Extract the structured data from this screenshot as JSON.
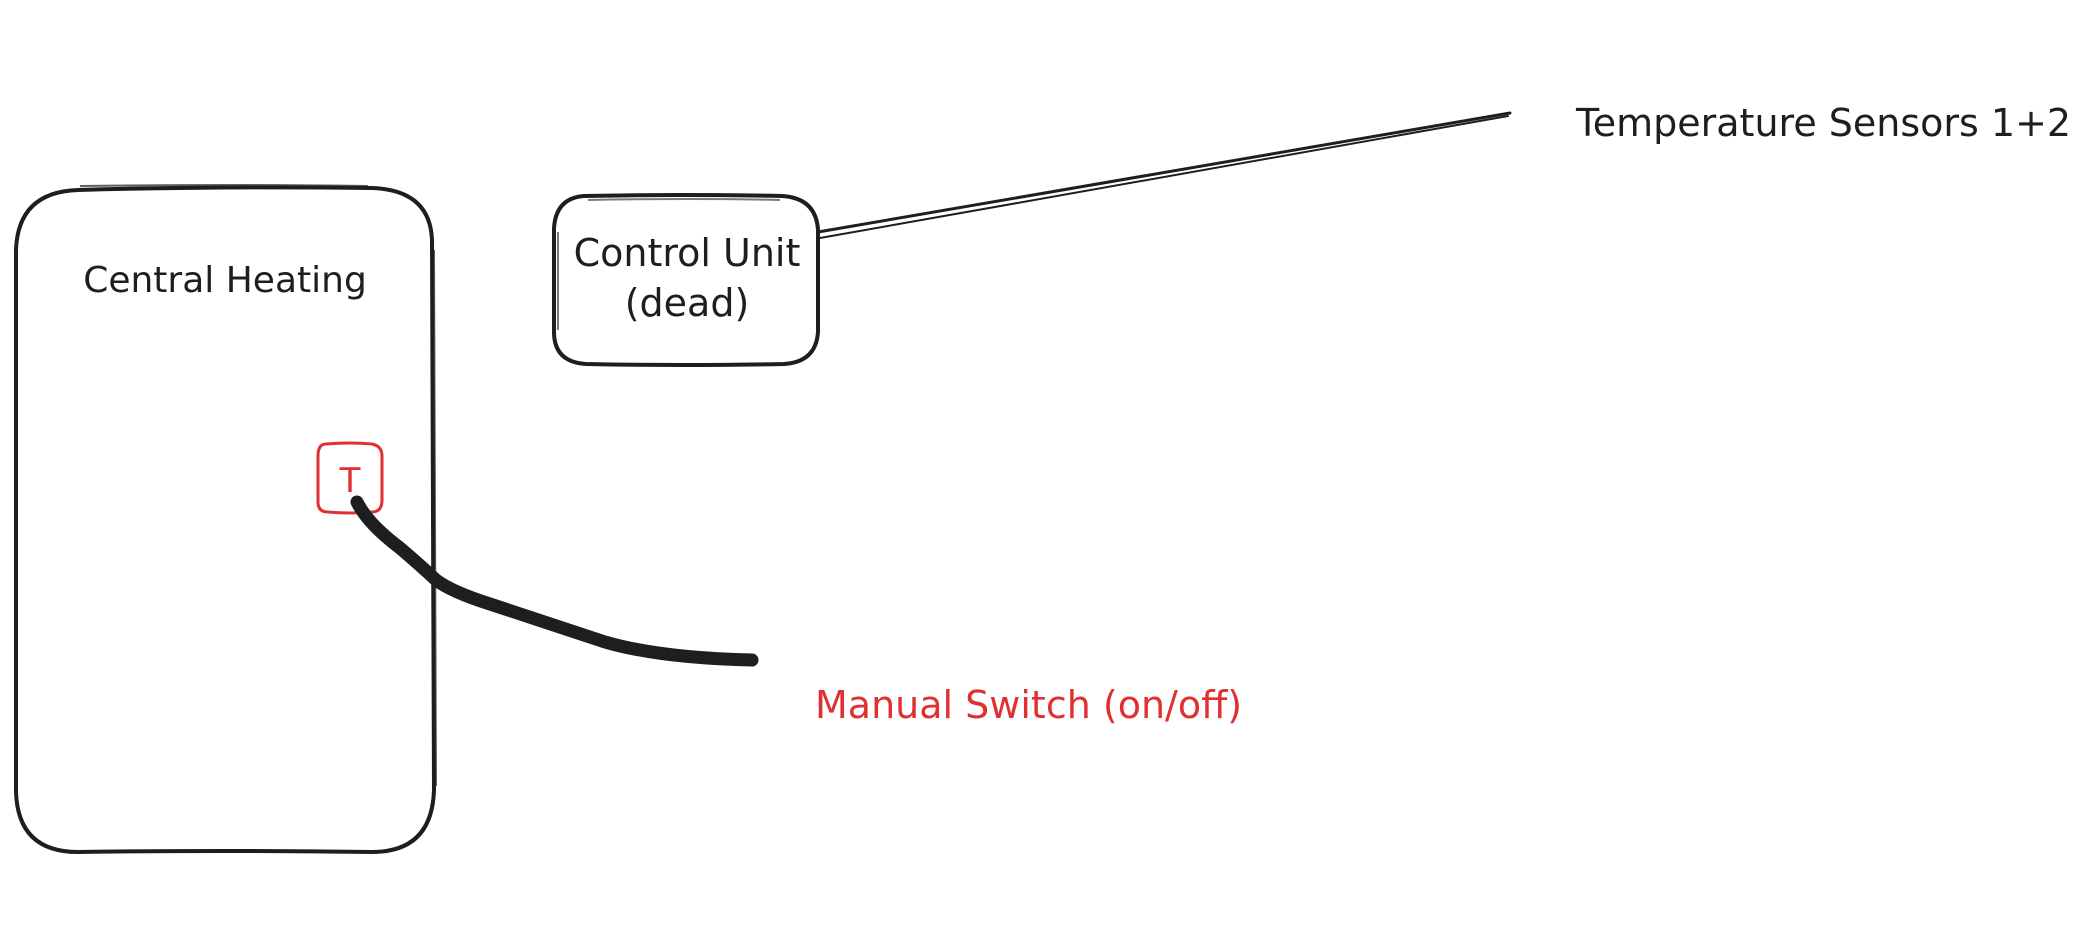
{
  "diagram": {
    "central_heating": {
      "label": "Central Heating"
    },
    "thermostat": {
      "label": "T"
    },
    "control_unit": {
      "label_line1": "Control Unit",
      "label_line2": "(dead)"
    },
    "temperature_sensors": {
      "label": "Temperature Sensors 1+2"
    },
    "manual_switch": {
      "label": "Manual Switch (on/off)"
    }
  },
  "colors": {
    "ink": "#1e1e1e",
    "accent_red": "#e03131",
    "background": "#ffffff"
  }
}
